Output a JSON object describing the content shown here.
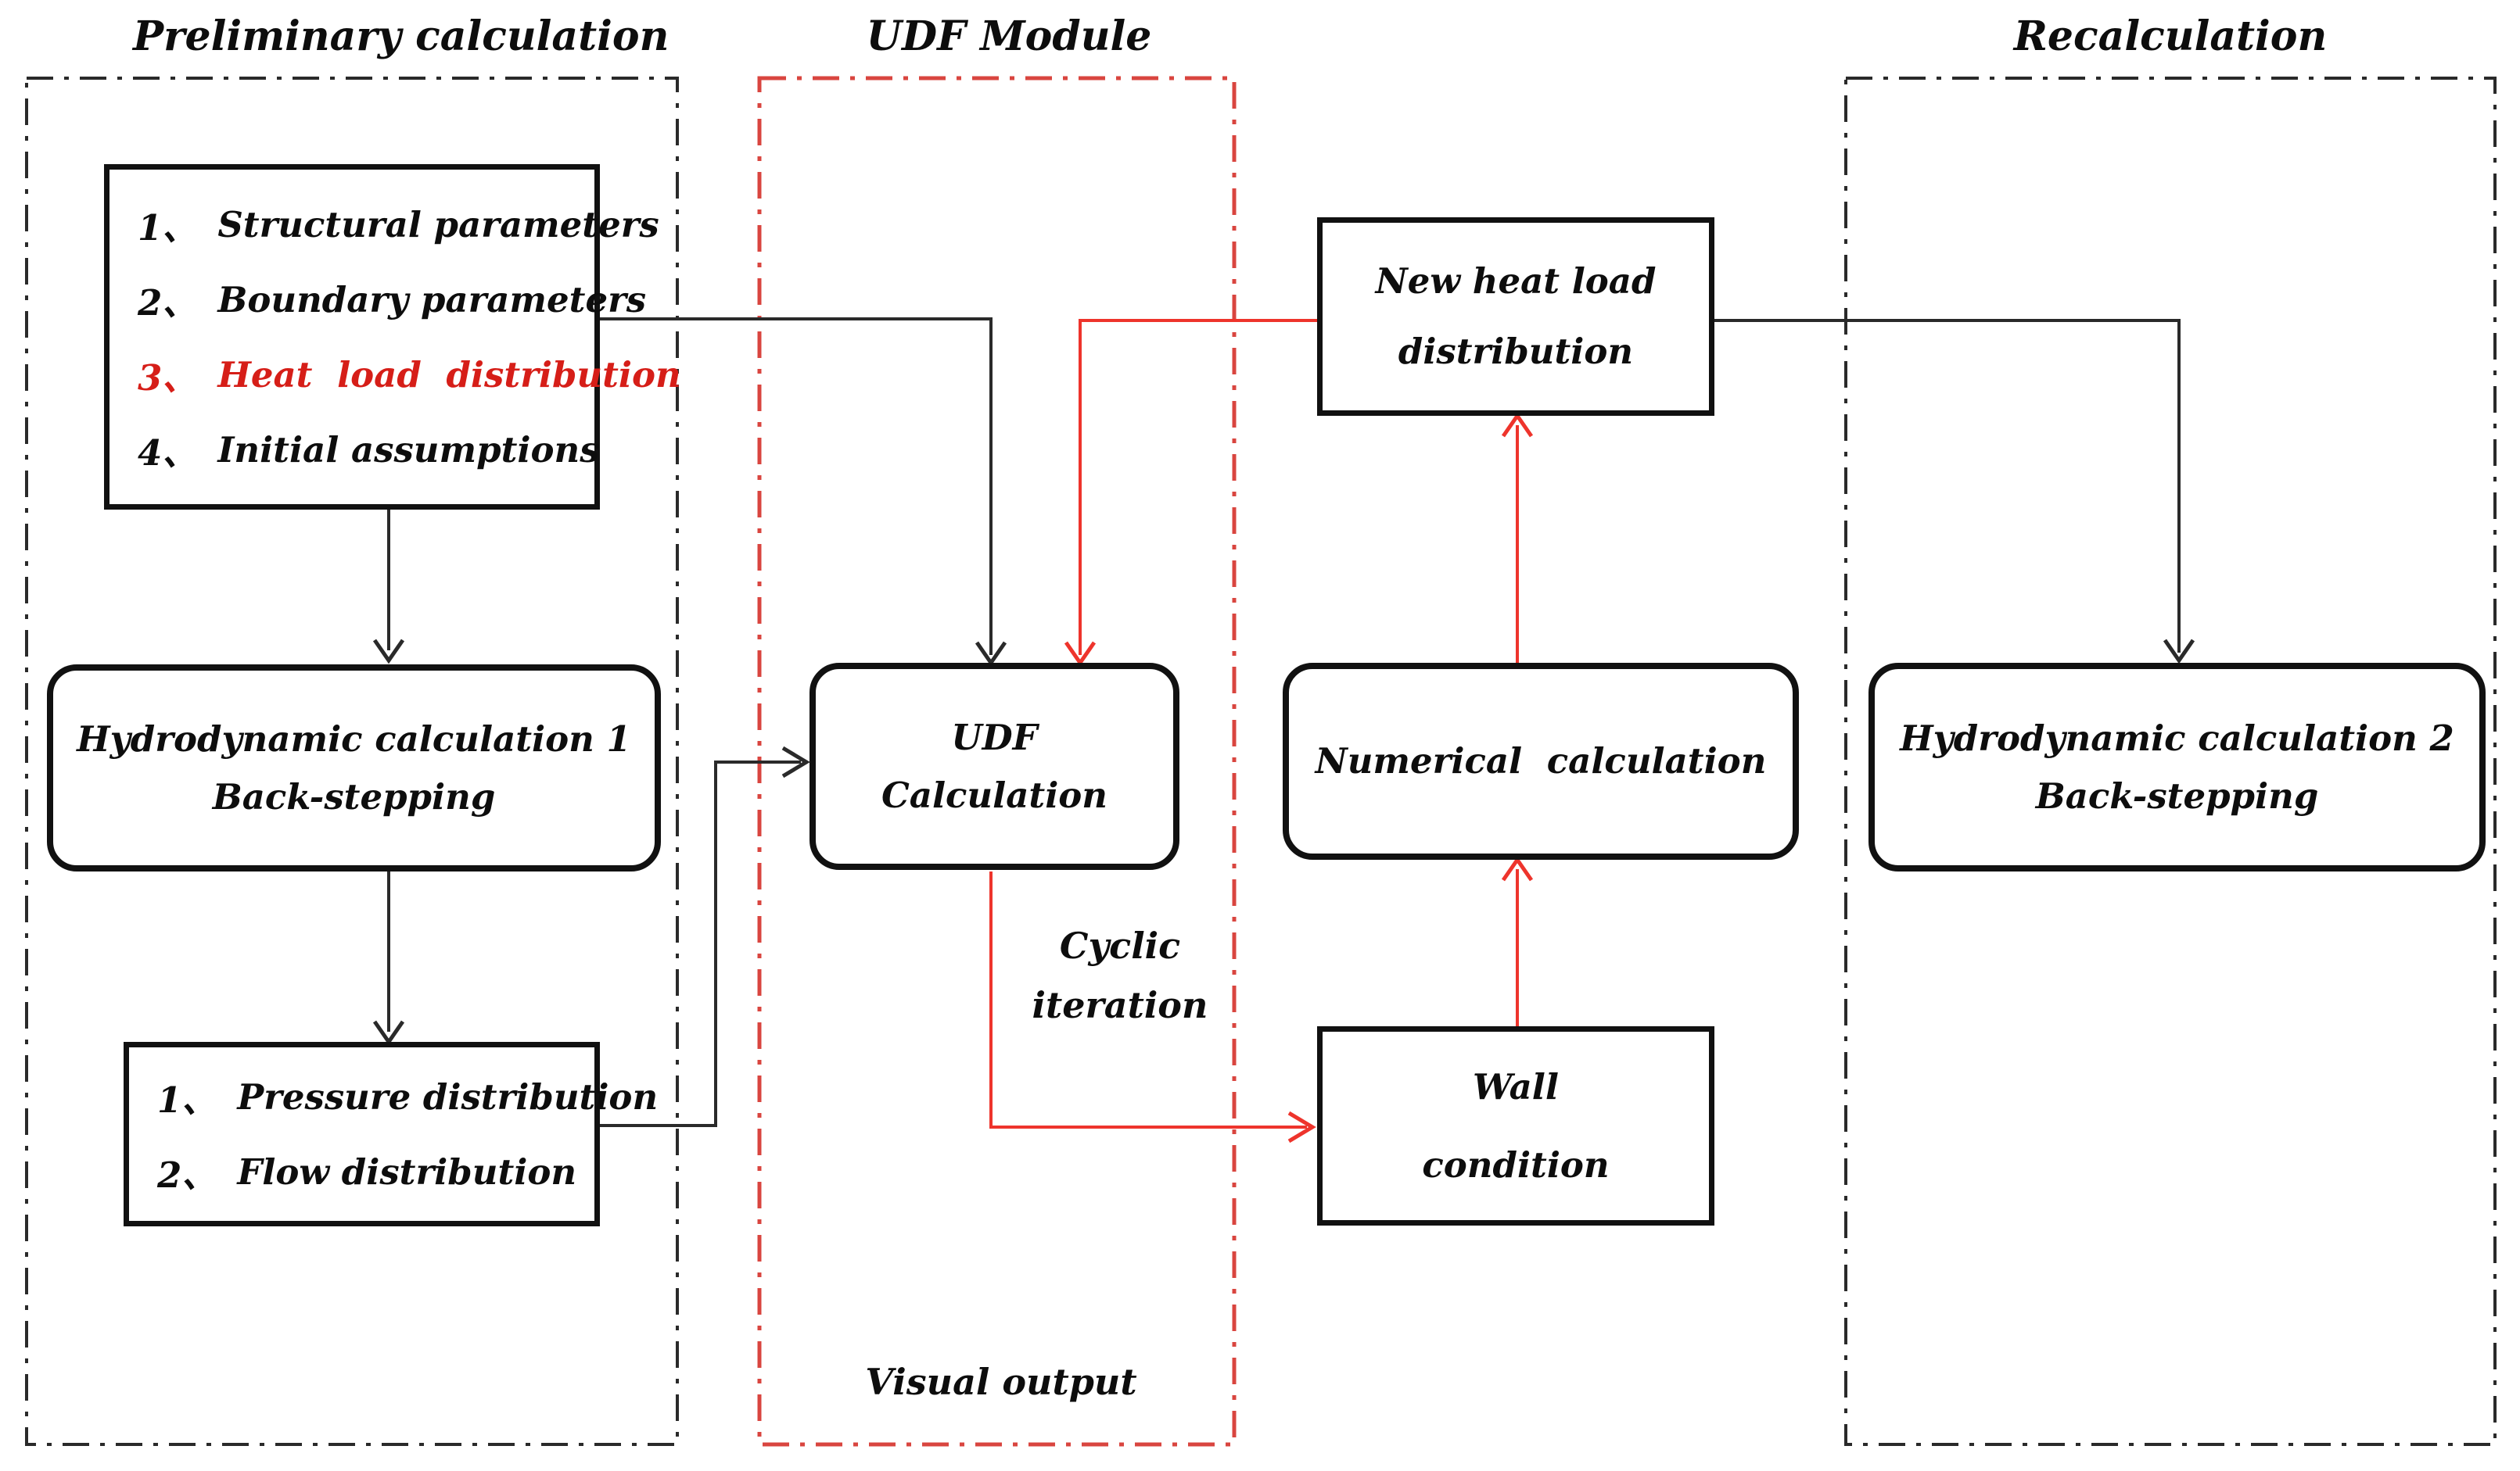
{
  "sections": [
    {
      "title": "Preliminary calculation"
    },
    {
      "title": "UDF Module"
    },
    {
      "title": "Recalculation"
    }
  ],
  "nodes": {
    "parameters": {
      "items": [
        {
          "num": "1、",
          "text": "Structural parameters"
        },
        {
          "num": "2、",
          "text": "Boundary parameters"
        },
        {
          "num": "3、",
          "text": "Heat load distribution"
        },
        {
          "num": "4、",
          "text": "Initial assumptions"
        }
      ]
    },
    "hydro1": {
      "line1": "Hydrodynamic calculation 1",
      "line2": "Back-stepping"
    },
    "pressure_flow": {
      "items": [
        {
          "num": "1、",
          "text": "Pressure distribution"
        },
        {
          "num": "2、",
          "text": "Flow distribution"
        }
      ]
    },
    "udf_calc": {
      "line1": "UDF",
      "line2": "Calculation"
    },
    "new_heat": {
      "line1": "New heat load",
      "line2": "distribution"
    },
    "numerical": {
      "line1": "Numerical calculation"
    },
    "wall": {
      "line1": "Wall",
      "line2": "condition"
    },
    "hydro2": {
      "line1": "Hydrodynamic calculation 2",
      "line2": "Back-stepping"
    }
  },
  "labels": {
    "cyclic_line1": "Cyclic",
    "cyclic_line2": "iteration",
    "visual_output": "Visual output"
  },
  "colors": {
    "highlight_red_text": "#d61e18",
    "red_line": "#ee342c",
    "red_border": "#d9453f",
    "black_line": "#2a2a2a",
    "box_border": "#111111"
  }
}
